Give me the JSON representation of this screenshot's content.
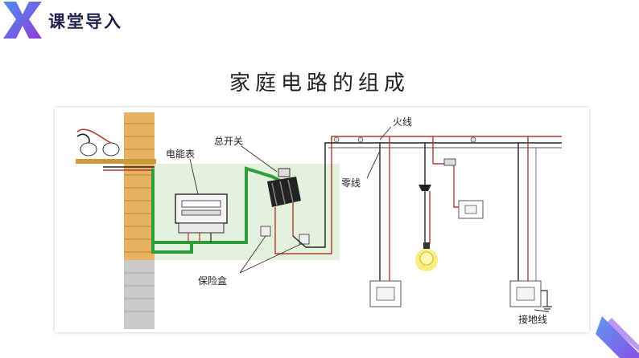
{
  "header": {
    "section_title": "课堂导入"
  },
  "slide": {
    "title": "家庭电路的组成"
  },
  "diagram": {
    "labels": {
      "live_wire": "火线",
      "neutral_wire": "零线",
      "meter": "电能表",
      "main_switch": "总开关",
      "fuse_box": "保险盒",
      "ground_wire": "接地线"
    }
  },
  "colors": {
    "accent": "#6a4de0",
    "wire_live": "#b23a2a",
    "wire_supply": "#2e9e3a",
    "brick": "#e8b262"
  }
}
